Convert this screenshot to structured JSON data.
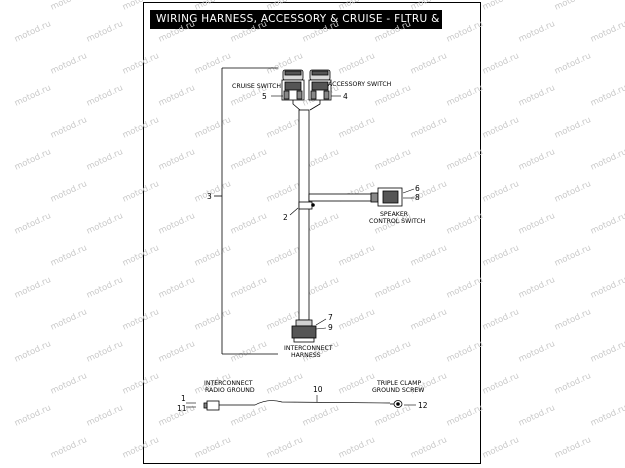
{
  "title": "WIRING HARNESS, ACCESSORY & CRUISE - FLTRU & FLTRX",
  "watermark": "motod.ru",
  "labels": {
    "cruise_switch": "CRUISE SWITCH",
    "accessory_switch": "ACCESSORY SWITCH",
    "speaker_control_switch_line1": "SPEAKER",
    "speaker_control_switch_line2": "CONTROL SWITCH",
    "interconnect_harness_line1": "INTERCONNECT",
    "interconnect_harness_line2": "HARNESS",
    "interconnect_radio_ground_line1": "INTERCONNECT",
    "interconnect_radio_ground_line2": "RADIO GROUND",
    "triple_clamp_ground_screw_line1": "TRIPLE CLAMP",
    "triple_clamp_ground_screw_line2": "GROUND SCREW"
  },
  "callouts": {
    "n1": "1",
    "n2": "2",
    "n3": "3",
    "n4": "4",
    "n5": "5",
    "n6": "6",
    "n7": "7",
    "n8": "8",
    "n9": "9",
    "n10": "10",
    "n11": "11",
    "n12": "12"
  }
}
